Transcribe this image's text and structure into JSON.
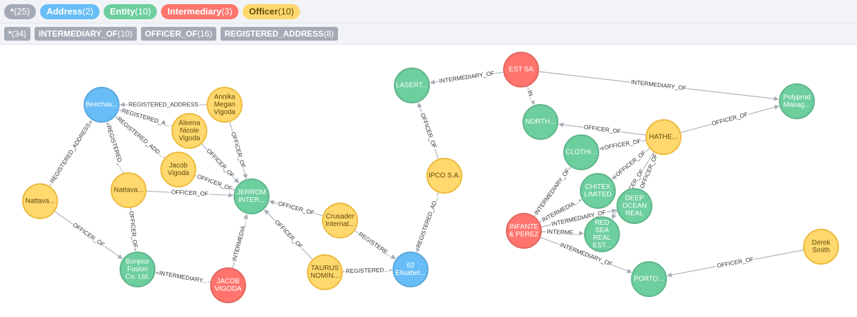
{
  "toolbar": {
    "labels": [
      {
        "key": "all",
        "name": "*",
        "count": "(25)"
      },
      {
        "key": "Address",
        "name": "Address",
        "count": "(2)"
      },
      {
        "key": "Entity",
        "name": "Entity",
        "count": "(10)"
      },
      {
        "key": "Intermediary",
        "name": "Intermediary",
        "count": "(3)"
      },
      {
        "key": "Officer",
        "name": "Officer",
        "count": "(10)"
      }
    ],
    "relationships": [
      {
        "name": "*",
        "count": "(34)"
      },
      {
        "name": "INTERMEDIARY_OF",
        "count": "(10)"
      },
      {
        "name": "OFFICER_OF",
        "count": "(16)"
      },
      {
        "name": "REGISTERED_ADDRESS",
        "count": "(8)"
      }
    ]
  },
  "colors": {
    "all": {
      "fill": "#a5abb6",
      "stroke": "#9aa1ac",
      "text": "#ffffff"
    },
    "Address": {
      "fill": "#68bdf6",
      "stroke": "#5ca8db",
      "text": "#ffffff"
    },
    "Entity": {
      "fill": "#6dce9e",
      "stroke": "#60b58b",
      "text": "#ffffff"
    },
    "Intermediary": {
      "fill": "#ff756e",
      "stroke": "#e06760",
      "text": "#ffffff"
    },
    "Officer": {
      "fill": "#ffd86e",
      "stroke": "#edba39",
      "text": "#604a0e"
    }
  },
  "nodes": [
    {
      "id": "beechav",
      "type": "Address",
      "lines": [
        "Beechav..."
      ]
    },
    {
      "id": "annika",
      "type": "Officer",
      "lines": [
        "Annika",
        "Megan",
        "Vigoda"
      ]
    },
    {
      "id": "aleena",
      "type": "Officer",
      "lines": [
        "Aleena",
        "Nicole",
        "Vigoda"
      ]
    },
    {
      "id": "jacobv",
      "type": "Officer",
      "lines": [
        "Jacob",
        "Vigoda"
      ]
    },
    {
      "id": "nattava1",
      "type": "Officer",
      "lines": [
        "Nattava..."
      ]
    },
    {
      "id": "nattava2",
      "type": "Officer",
      "lines": [
        "Nattava..."
      ]
    },
    {
      "id": "jerrom",
      "type": "Entity",
      "lines": [
        "JERROM",
        "INTER..."
      ]
    },
    {
      "id": "bonjour",
      "type": "Entity",
      "lines": [
        "Bonjour",
        "Fusion",
        "Co. Ltd."
      ]
    },
    {
      "id": "jacobvi",
      "type": "Intermediary",
      "lines": [
        "JACOB",
        "VIGODA"
      ]
    },
    {
      "id": "crusader",
      "type": "Officer",
      "lines": [
        "Crusader",
        "Internat..."
      ]
    },
    {
      "id": "taurus",
      "type": "Officer",
      "lines": [
        "TAURUS",
        "NOMIN..."
      ]
    },
    {
      "id": "elisabet",
      "type": "Address",
      "lines": [
        "62",
        "Elisabet..."
      ]
    },
    {
      "id": "ipco",
      "type": "Officer",
      "lines": [
        "IPCO S.A."
      ]
    },
    {
      "id": "lasert",
      "type": "Entity",
      "lines": [
        "LASERT..."
      ]
    },
    {
      "id": "estsa",
      "type": "Intermediary",
      "lines": [
        "EST SA"
      ]
    },
    {
      "id": "north",
      "type": "Entity",
      "lines": [
        "NORTH..."
      ]
    },
    {
      "id": "polyprod",
      "type": "Entity",
      "lines": [
        "Polyprod",
        "Manag..."
      ]
    },
    {
      "id": "hathe",
      "type": "Officer",
      "lines": [
        "HATHE..."
      ]
    },
    {
      "id": "clothi",
      "type": "Entity",
      "lines": [
        "CLOTHI..."
      ]
    },
    {
      "id": "chitex",
      "type": "Entity",
      "lines": [
        "CHITEX",
        "LIMITED"
      ]
    },
    {
      "id": "deepocean",
      "type": "Entity",
      "lines": [
        "DEEP",
        "OCEAN",
        "REAL"
      ]
    },
    {
      "id": "infante",
      "type": "Intermediary",
      "lines": [
        "INFANTE",
        "& PEREZ"
      ]
    },
    {
      "id": "redsea",
      "type": "Entity",
      "lines": [
        "RED",
        "SEA",
        "REAL",
        "EST..."
      ]
    },
    {
      "id": "porto",
      "type": "Entity",
      "lines": [
        "PORTO..."
      ]
    },
    {
      "id": "derek",
      "type": "Officer",
      "lines": [
        "Derek",
        "Smith"
      ]
    }
  ],
  "edges": [
    {
      "from": "annika",
      "to": "beechav",
      "label": "REGISTERED_ADDRESS"
    },
    {
      "from": "aleena",
      "to": "beechav",
      "label": "REGISTERED_A..."
    },
    {
      "from": "jacobv",
      "to": "beechav",
      "label": "REGISTERED_ADD..."
    },
    {
      "from": "nattava1",
      "to": "beechav",
      "label": "REGISTERED_ADDRESS"
    },
    {
      "from": "nattava2",
      "to": "beechav",
      "label": "REGISTERED_..."
    },
    {
      "from": "annika",
      "to": "jerrom",
      "label": "OFFICER_OF"
    },
    {
      "from": "aleena",
      "to": "jerrom",
      "label": "OFFICER_OF"
    },
    {
      "from": "jacobv",
      "to": "jerrom",
      "label": "OFFICER_OF"
    },
    {
      "from": "nattava2",
      "to": "jerrom",
      "label": "OFFICER_OF"
    },
    {
      "from": "nattava1",
      "to": "bonjour",
      "label": "OFFICER_OF"
    },
    {
      "from": "nattava2",
      "to": "bonjour",
      "label": "OFFICER_OF"
    },
    {
      "from": "jacobvi",
      "to": "bonjour",
      "label": "INTERMEDIARY..."
    },
    {
      "from": "jacobvi",
      "to": "jerrom",
      "label": "INTERMEDIA..."
    },
    {
      "from": "crusader",
      "to": "jerrom",
      "label": "OFFICER_OF"
    },
    {
      "from": "taurus",
      "to": "jerrom",
      "label": "OFFICER_OF"
    },
    {
      "from": "crusader",
      "to": "elisabet",
      "label": "REGISTERE..."
    },
    {
      "from": "taurus",
      "to": "elisabet",
      "label": "REGISTERED..."
    },
    {
      "from": "ipco",
      "to": "elisabet",
      "label": "REGISTERED_AD..."
    },
    {
      "from": "ipco",
      "to": "lasert",
      "label": "OFFICER_OF"
    },
    {
      "from": "estsa",
      "to": "lasert",
      "label": "INTERMEDIARY_OF"
    },
    {
      "from": "estsa",
      "to": "polyprod",
      "label": "INTERMEDIARY_OF"
    },
    {
      "from": "estsa",
      "to": "north",
      "label": "IN..."
    },
    {
      "from": "hathe",
      "to": "north",
      "label": "OFFICER_OF"
    },
    {
      "from": "hathe",
      "to": "polyprod",
      "label": "OFFICER_OF"
    },
    {
      "from": "hathe",
      "to": "clothi",
      "label": "OFFICER_OF"
    },
    {
      "from": "hathe",
      "to": "chitex",
      "label": "OFFICER_OF"
    },
    {
      "from": "hathe",
      "to": "deepocean",
      "label": "OFFICER_OF"
    },
    {
      "from": "hathe",
      "to": "redsea",
      "label": "OFFICER_OF"
    },
    {
      "from": "infante",
      "to": "clothi",
      "label": "INTERMEDIARY_OF"
    },
    {
      "from": "infante",
      "to": "chitex",
      "label": "INTERMEDIA..."
    },
    {
      "from": "infante",
      "to": "deepocean",
      "label": "INTERMEDIARY_OF"
    },
    {
      "from": "infante",
      "to": "redsea",
      "label": "INTERME..."
    },
    {
      "from": "infante",
      "to": "porto",
      "label": "INTERMEDIARY_OF"
    },
    {
      "from": "derek",
      "to": "porto",
      "label": "OFFICER_OF"
    }
  ]
}
